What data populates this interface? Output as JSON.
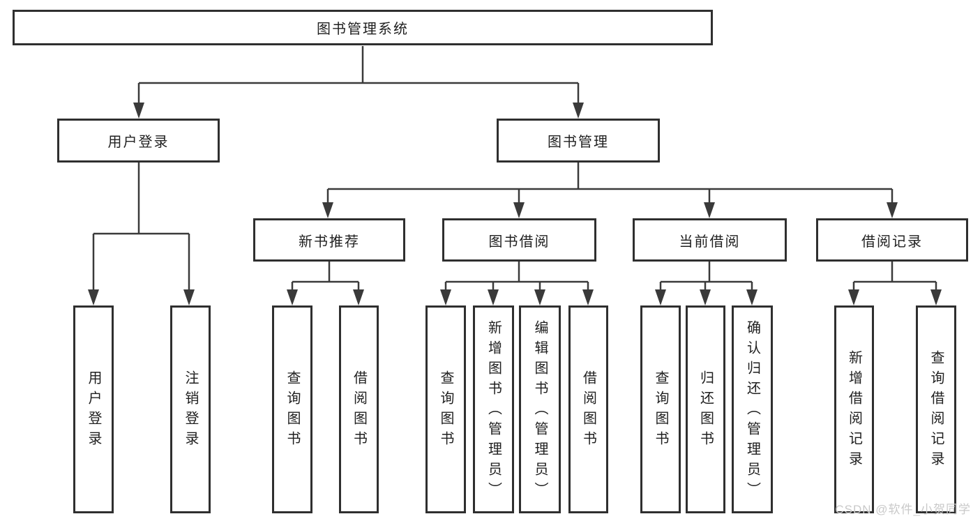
{
  "tree": {
    "root": {
      "label": "图书管理系统",
      "children": [
        {
          "label": "用户登录",
          "children": [
            {
              "label": "用户登录"
            },
            {
              "label": "注销登录"
            }
          ]
        },
        {
          "label": "图书管理",
          "children": [
            {
              "label": "新书推荐",
              "children": [
                {
                  "label": "查询图书"
                },
                {
                  "label": "借阅图书"
                }
              ]
            },
            {
              "label": "图书借阅",
              "children": [
                {
                  "label": "查询图书"
                },
                {
                  "label": "新增图书（管理员）"
                },
                {
                  "label": "编辑图书（管理员）"
                },
                {
                  "label": "借阅图书"
                }
              ]
            },
            {
              "label": "当前借阅",
              "children": [
                {
                  "label": "查询图书"
                },
                {
                  "label": "归还图书"
                },
                {
                  "label": "确认归还（管理员）"
                }
              ]
            },
            {
              "label": "借阅记录",
              "children": [
                {
                  "label": "新增借阅记录"
                },
                {
                  "label": "查询借阅记录"
                }
              ]
            }
          ]
        }
      ]
    }
  },
  "watermark": {
    "text": "CSDN @软件_小贺同学"
  },
  "colors": {
    "line": "#3a3a3a",
    "box_border": "#2f2f2f",
    "text": "#1f1f1f",
    "watermark": "#c9c9c9",
    "background": "#ffffff"
  }
}
